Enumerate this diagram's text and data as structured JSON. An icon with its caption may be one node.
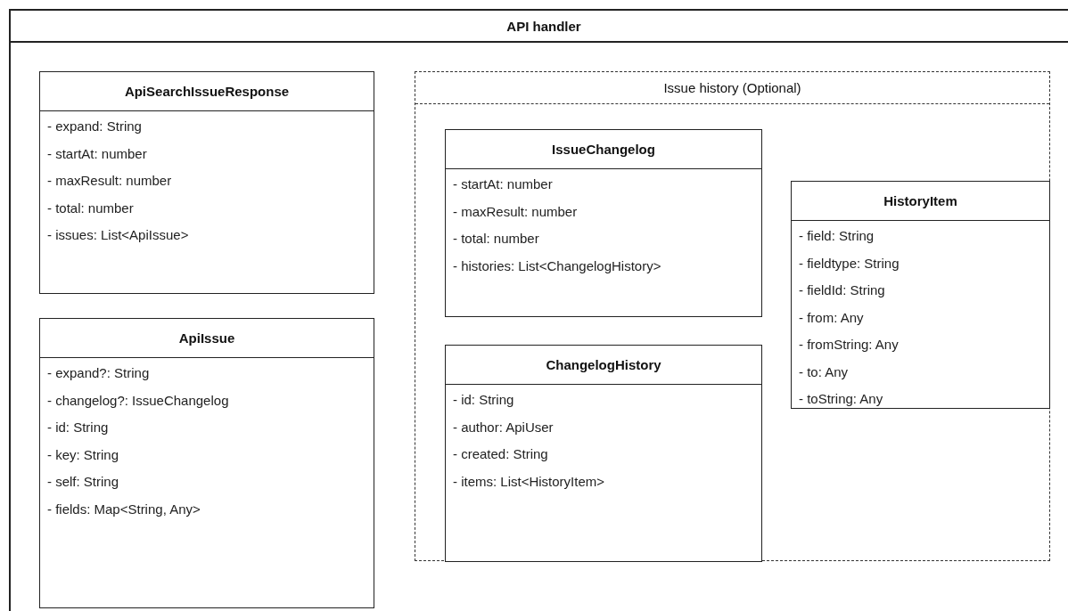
{
  "diagram": {
    "nodes": [
      {
        "text": [
          "API handler"
        ]
      },
      {
        "text": [
          "ApiSearchIssueResponse",
          "- expand: String",
          "- startAt: number",
          "- maxResult: number",
          "- total: number",
          "- issues: List<ApiIssue>"
        ],
        "in": 0
      },
      {
        "text": [
          "ApiIssue",
          "- expand?: String",
          "- changelog?: IssueChangelog",
          "- id: String",
          "- key: String",
          "- self: String",
          "- fields: Map<String, Any>"
        ],
        "in": 0
      },
      {
        "text": [
          "Issue history (Optional)"
        ],
        "in": 0
      },
      {
        "text": [
          "IssueChangelog",
          "- startAt: number",
          "- maxResult: number",
          "- total: number",
          "- histories: List<ChangelogHistory>"
        ],
        "in": 3
      },
      {
        "text": [
          "ChangelogHistory",
          "- id: String",
          "- author: ApiUser",
          "- created: String",
          "- items: List<HistoryItem>"
        ],
        "in": 3
      },
      {
        "text": [
          "HistoryItem",
          "- field: String",
          "- fieldtype: String",
          "- fieldId: String",
          "- from: Any",
          "- fromString: Any",
          "- to: Any",
          "- toString: Any"
        ],
        "in": 3
      }
    ]
  }
}
